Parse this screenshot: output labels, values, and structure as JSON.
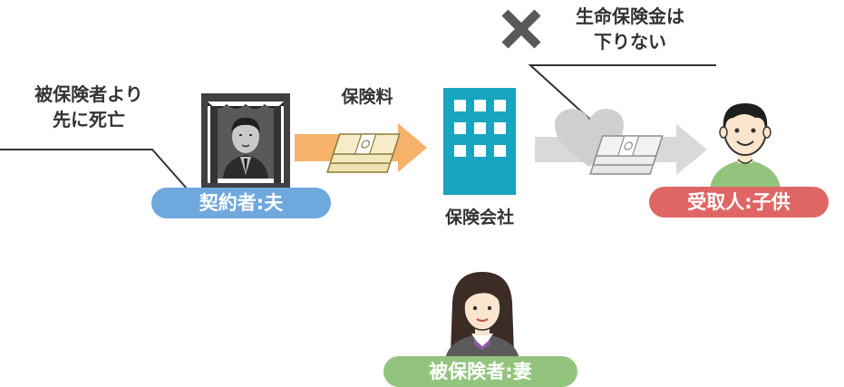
{
  "note_insured_death": {
    "line1": "被保険者より",
    "line2": "先に死亡"
  },
  "premium_label": "保険料",
  "company_label": "保険会社",
  "no_payout": {
    "line1": "生命保険金は",
    "line2": "下りない"
  },
  "roles": {
    "contractor": "契約者:夫",
    "beneficiary": "受取人:子供",
    "insured": "被保険者:妻"
  },
  "colors": {
    "contractor": "#6fa8dc",
    "beneficiary": "#e06666",
    "insured": "#93c47d",
    "premium_arrow": "#f6b26b",
    "payout_arrow": "#d9d9d9",
    "building": "#17a5bf",
    "cross": "#595959"
  }
}
